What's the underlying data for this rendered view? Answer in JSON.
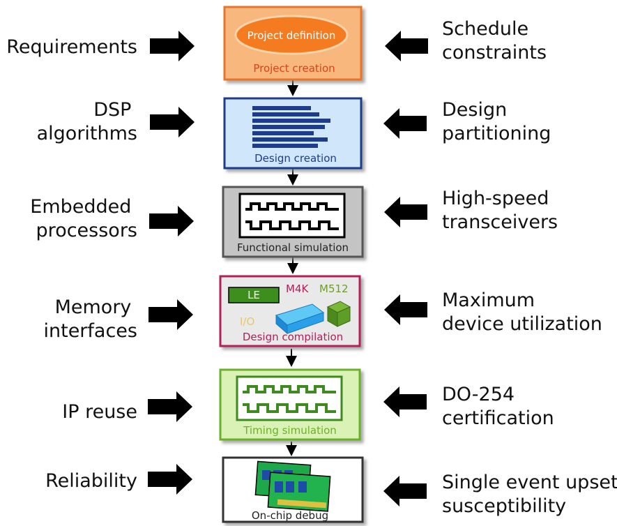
{
  "stages": [
    {
      "caption": "Project creation",
      "badge": "Project definition"
    },
    {
      "caption": "Design creation"
    },
    {
      "caption": "Functional simulation"
    },
    {
      "caption": "Design compilation",
      "le": "LE",
      "m4k": "M4K",
      "m512": "M512",
      "io": "I/O"
    },
    {
      "caption": "Timing simulation"
    },
    {
      "caption": "On-chip debug"
    }
  ],
  "left_inputs": [
    [
      "Requirements"
    ],
    [
      "DSP",
      "algorithms"
    ],
    [
      "Embedded",
      "processors"
    ],
    [
      "Memory",
      "interfaces"
    ],
    [
      "IP reuse"
    ],
    [
      "Reliability"
    ]
  ],
  "right_inputs": [
    [
      "Schedule",
      "constraints"
    ],
    [
      "Design",
      "partitioning"
    ],
    [
      "High-speed",
      "transceivers"
    ],
    [
      "Maximum",
      "device utilization"
    ],
    [
      "DO-254",
      "certification"
    ],
    [
      "Single event upset",
      "susceptibility"
    ]
  ],
  "colors": {
    "project_border": "#e8742a",
    "project_fill": "#f8b77c",
    "project_oval": "#f47b20",
    "project_caption": "#e0401a",
    "design_border": "#1e3c8c",
    "design_fill": "#cfe6fb",
    "functional_border": "#555555",
    "functional_fill": "#c4c4c4",
    "compilation_border": "#b0205a",
    "compilation_fill": "#e9e9e9",
    "timing_border": "#6cb02c",
    "timing_fill": "#dbf2b6",
    "debug_border": "#333333",
    "debug_fill": "#ffffff",
    "arrow": "#000000"
  }
}
